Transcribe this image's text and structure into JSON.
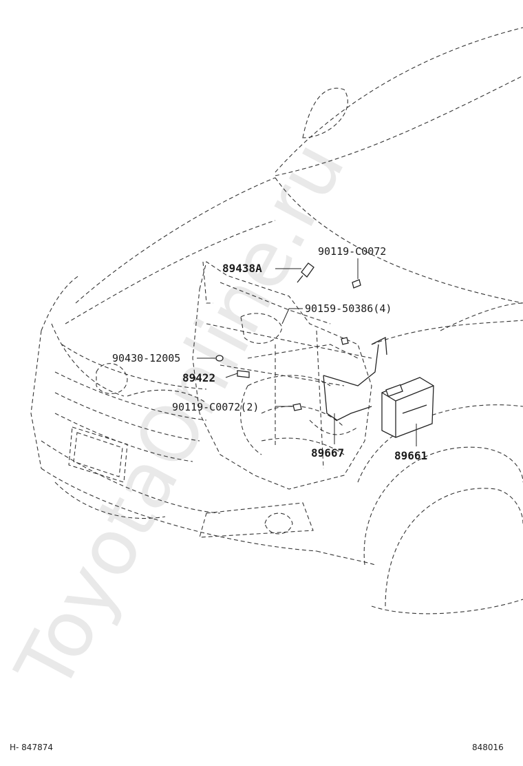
{
  "watermark": "ToyotaOnline.ru",
  "diagram_id_left": "H- 847874",
  "diagram_id_right": "848016",
  "callouts": {
    "p89438a": "89438A",
    "p90119_top": "90119-C0072",
    "p90159": "90159-50386(4)",
    "p90430": "90430-12005",
    "p89422": "89422",
    "p90119_2": "90119-C0072(2)",
    "p89667": "89667",
    "p89661": "89661"
  }
}
